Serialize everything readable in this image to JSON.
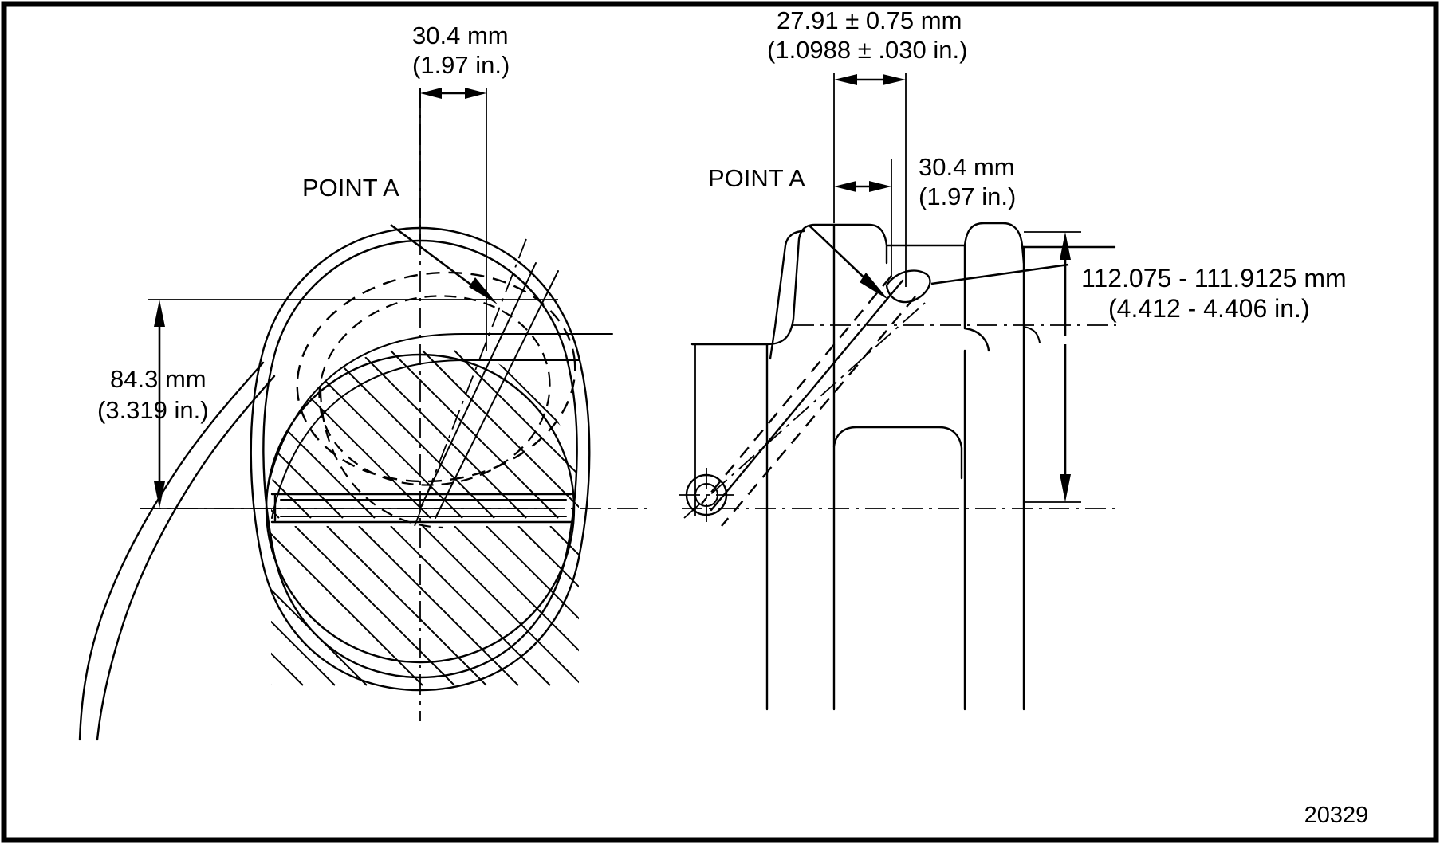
{
  "figure": {
    "number": "20329",
    "border_color": "#000000",
    "line_color": "#000000",
    "background_color": "#ffffff"
  },
  "left_view": {
    "name": "front-section-view",
    "callout_label": "POINT A",
    "top_dimension": {
      "metric": "30.4 mm",
      "imperial": "(1.97 in.)"
    },
    "vertical_dimension": {
      "metric": "84.3 mm",
      "imperial": "(3.319 in.)"
    }
  },
  "right_view": {
    "name": "side-section-view",
    "callout_label": "POINT A",
    "top_dimension": {
      "metric": "27.91 ± 0.75 mm",
      "imperial": "(1.0988 ± .030 in.)"
    },
    "offset_dimension": {
      "metric": "30.4 mm",
      "imperial": "(1.97 in.)"
    },
    "height_dimension": {
      "metric": "112.075 - 111.9125 mm",
      "imperial": "(4.412 - 4.406 in.)"
    }
  },
  "labels": [
    "30.4 mm",
    "(1.97 in.)",
    "27.91 ± 0.75 mm",
    "(1.0988 ± .030 in.)",
    "POINT A",
    "84.3 mm",
    "(3.319 in.)",
    "30.4 mm",
    "(1.97 in.)",
    "112.075 - 111.9125 mm",
    "(4.412 - 4.406 in.)",
    "20329"
  ]
}
